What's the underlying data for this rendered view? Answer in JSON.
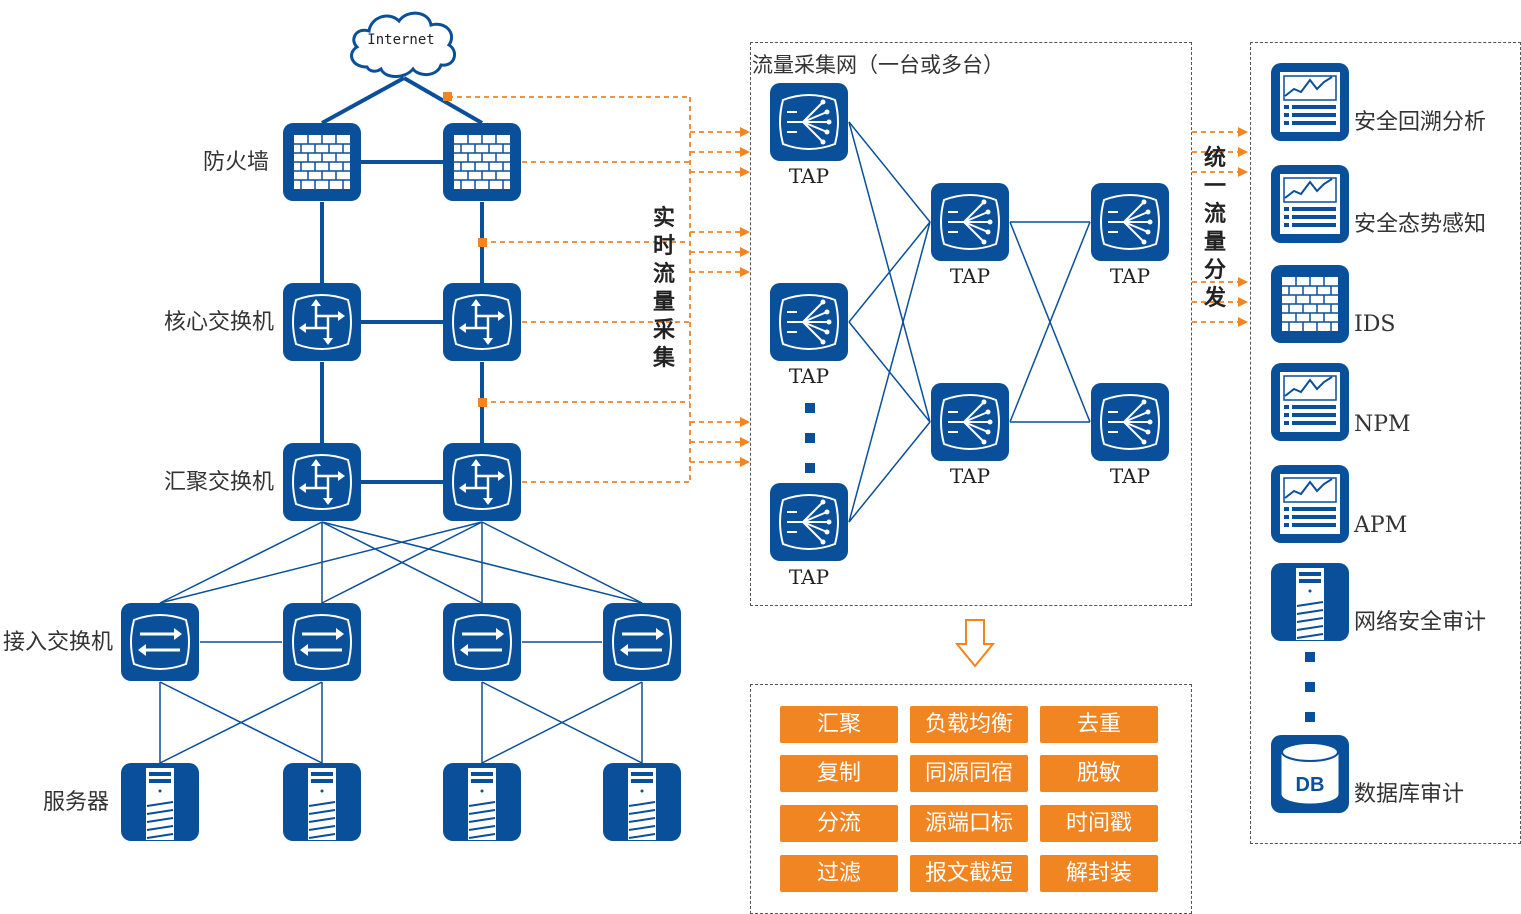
{
  "cloud_label": "Internet",
  "layers": {
    "firewall": "防火墙",
    "core": "核心交换机",
    "aggregation": "汇聚交换机",
    "access": "接入交换机",
    "server": "服务器"
  },
  "realtime_collect": [
    "实",
    "时",
    "流",
    "量",
    "采",
    "集"
  ],
  "collect_network": {
    "title": "流量采集网（一台或多台）",
    "tap_label": "TAP"
  },
  "unified_dist": [
    "统",
    "一",
    "流",
    "量",
    "分",
    "发"
  ],
  "functions": [
    "汇聚",
    "负载均衡",
    "去重",
    "复制",
    "同源同宿",
    "脱敏",
    "分流",
    "源端口标",
    "时间戳",
    "过滤",
    "报文截短",
    "解封装"
  ],
  "tools": [
    "安全回溯分析",
    "安全态势感知",
    "IDS",
    "NPM",
    "APM",
    "网络安全审计",
    "数据库审计"
  ],
  "db_text": "DB",
  "colors": {
    "device": "#0a4f9a",
    "link": "#0a4f9a",
    "mirror": "#f08522",
    "function_bg": "#f08522"
  }
}
